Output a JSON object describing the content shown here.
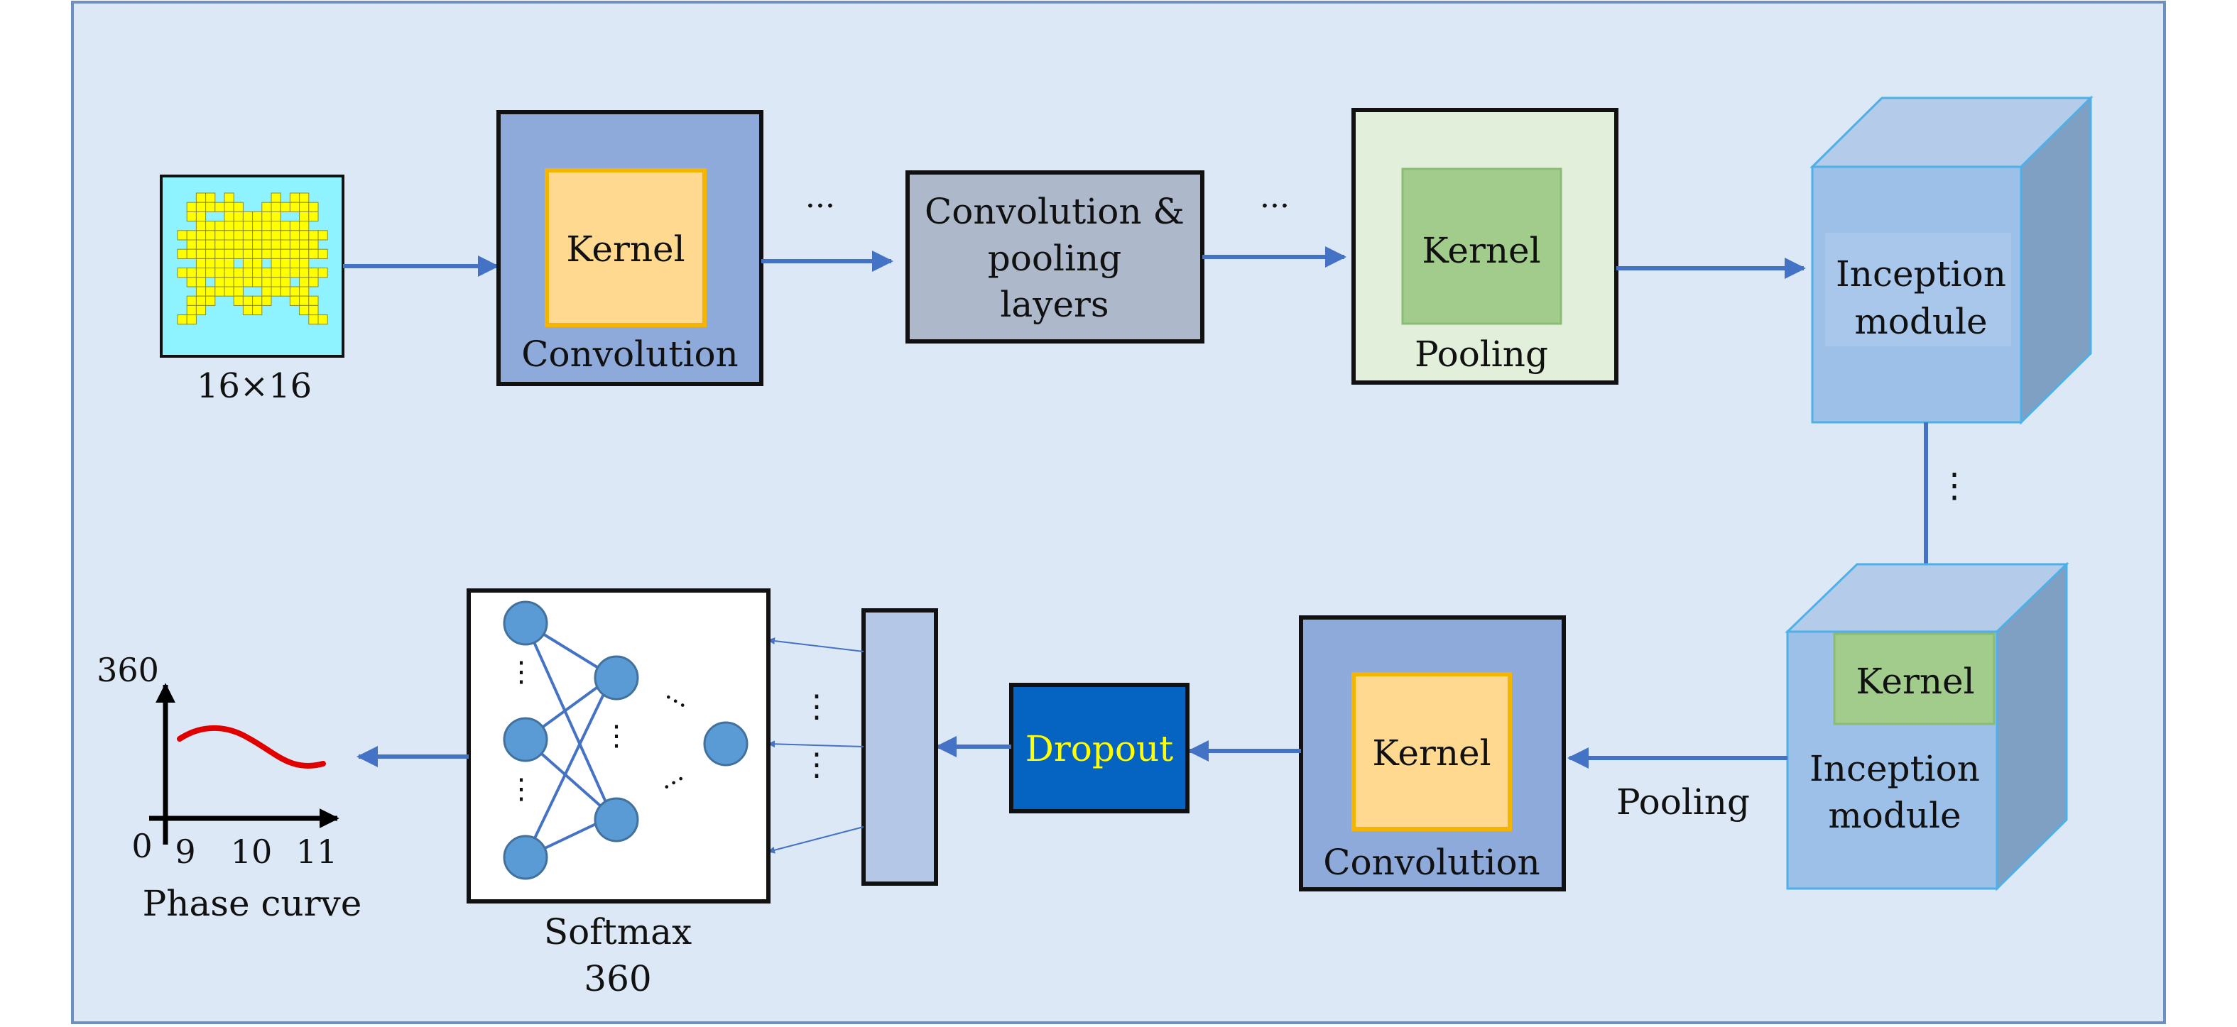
{
  "input": {
    "size_label": "16×16"
  },
  "conv1": {
    "kernel_label": "Kernel",
    "caption": "Convolution"
  },
  "ellipsis": {
    "h": "···",
    "v": "⋮"
  },
  "conv_pool": {
    "line1": "Convolution &",
    "line2": "pooling",
    "line3": "layers"
  },
  "pool1": {
    "kernel_label": "Kernel",
    "caption": "Pooling"
  },
  "inception1": {
    "line1": "Inception",
    "line2": "module"
  },
  "inception2": {
    "kernel_label": "Kernel",
    "line1": "Inception",
    "line2": "module"
  },
  "pool2": {
    "caption": "Pooling"
  },
  "conv2": {
    "kernel_label": "Kernel",
    "caption": "Convolution"
  },
  "dropout": {
    "label": "Dropout"
  },
  "softmax": {
    "line1": "Softmax",
    "line2": "360"
  },
  "phase": {
    "caption": "Phase curve",
    "y_top": "360",
    "y_zero": "0",
    "x_ticks": [
      "9",
      "10",
      "11"
    ]
  },
  "colors": {
    "panel_bg": "#dce8f5",
    "arrow": "#4472c4",
    "conv_blue": "#8eaadb",
    "kernel_orange": "#ffd98f",
    "kernel_green": "#a2cc8c",
    "pool_bg": "#e2efda",
    "grey_box": "#adb9ca",
    "dropout_bg": "#0563c1",
    "dropout_text": "#ffff00",
    "neuron": "#5b9bd5",
    "curve": "#e00000",
    "input_bg": "#8ff3ff",
    "pixel_yellow": "#ffff00"
  }
}
